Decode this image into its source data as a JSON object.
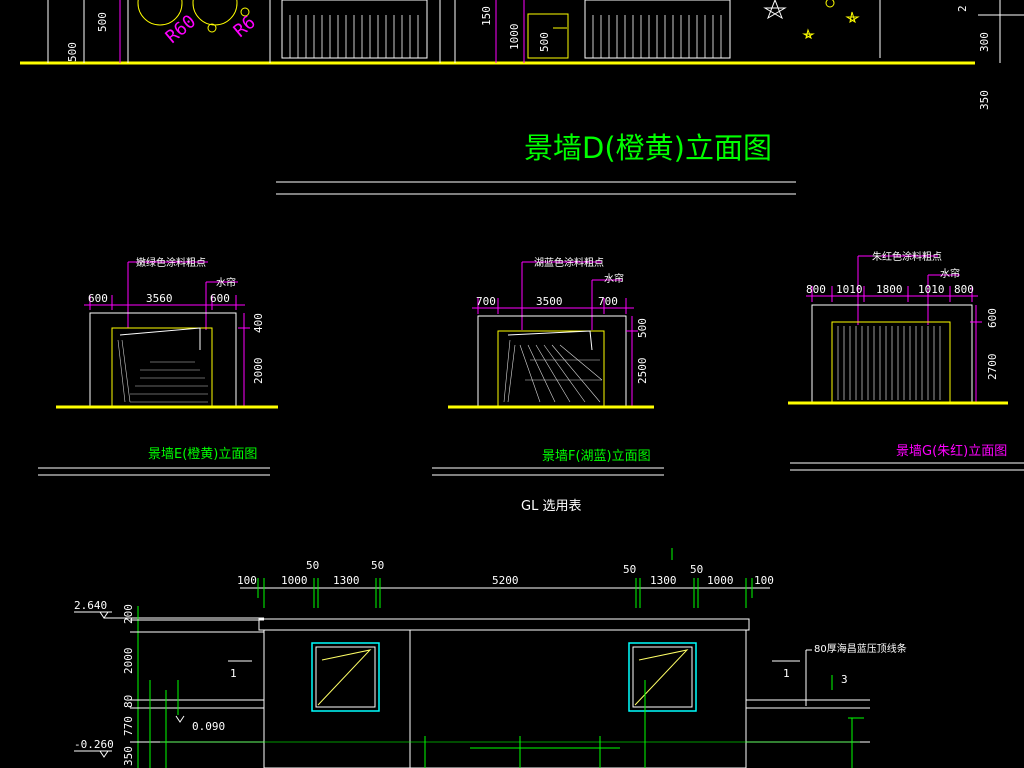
{
  "top_strip": {
    "dims_left": [
      "500",
      "500"
    ],
    "radius_labels": [
      "R60",
      "R6"
    ],
    "dims_mid": [
      "150",
      "1000",
      "500"
    ],
    "dims_right": [
      "2",
      "300",
      "350"
    ]
  },
  "title_d": "景墙D(橙黄)立面图",
  "elev_e": {
    "callout_paint": "嫩绿色涂料粗点",
    "callout_water": "水帘",
    "dims_top": [
      "600",
      "3560",
      "600"
    ],
    "dims_right": [
      "400",
      "2000"
    ],
    "caption": "景墙E(橙黄)立面图"
  },
  "elev_f": {
    "callout_paint": "湖蓝色涂料粗点",
    "callout_water": "水帘",
    "dims_top": [
      "700",
      "3500",
      "700"
    ],
    "dims_right": [
      "500",
      "2500"
    ],
    "caption": "景墙F(湖蓝)立面图"
  },
  "elev_g": {
    "callout_paint": "朱红色涂料粗点",
    "callout_water": "水帘",
    "dims_top": [
      "800",
      "1010",
      "1800",
      "1010",
      "800"
    ],
    "dims_right": [
      "600",
      "2700"
    ],
    "caption": "景墙G(朱红)立面图"
  },
  "gl_title": "GL 选用表",
  "gate": {
    "dims_top_row1": [
      "50",
      "50",
      "50",
      "50"
    ],
    "dims_top_row2": [
      "100",
      "1000",
      "1300",
      "5200",
      "1300",
      "1000",
      "100"
    ],
    "levels": [
      "2.640",
      "0.090",
      "-0.260"
    ],
    "dims_left": [
      "200",
      "2000",
      "80",
      "770",
      "350"
    ],
    "side_marks": [
      "1",
      "1",
      "3"
    ],
    "right_note": "80厚海昌蓝压顶线条"
  },
  "colors": {
    "ground": "#ffff00",
    "dim_lines": "#ff00ff",
    "title_green": "#00ff00",
    "wall": "#ffffff",
    "hatch": "#ffff66",
    "window": "#00ffff"
  }
}
